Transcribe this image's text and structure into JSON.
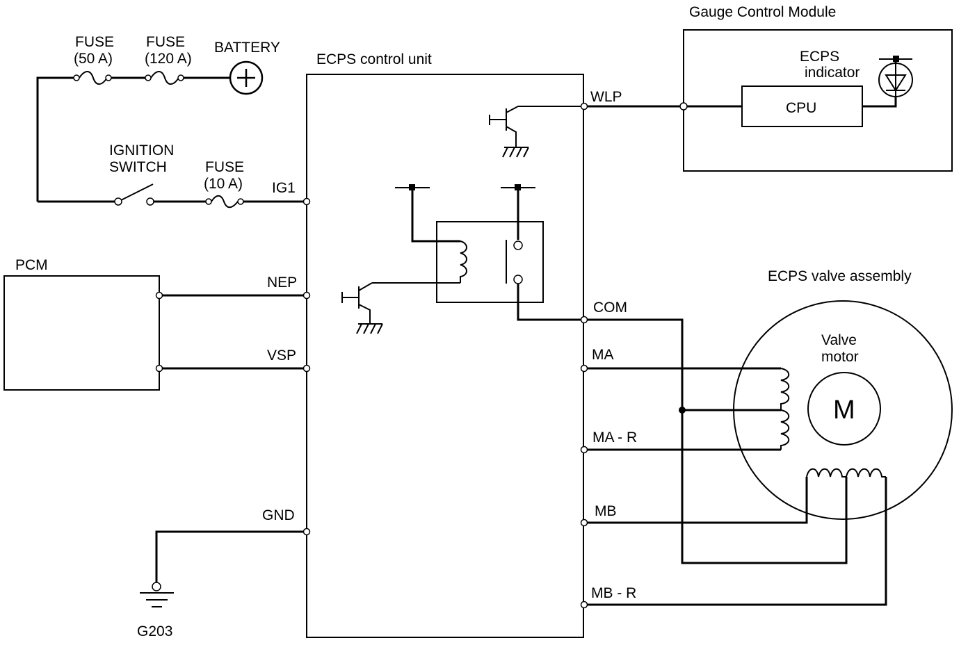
{
  "labels": {
    "fuse50_l1": "FUSE",
    "fuse50_l2": "(50 A)",
    "fuse120_l1": "FUSE",
    "fuse120_l2": "(120 A)",
    "battery": "BATTERY",
    "ign_l1": "IGNITION",
    "ign_l2": "SWITCH",
    "fuse10_l1": "FUSE",
    "fuse10_l2": "(10 A)",
    "ecps_unit": "ECPS control unit",
    "gcm": "Gauge Control Module",
    "ecps_ind_l1": "ECPS",
    "ecps_ind_l2": "indicator",
    "cpu": "CPU",
    "pcm": "PCM",
    "valve_assy": "ECPS valve assembly",
    "valve_motor_l1": "Valve",
    "valve_motor_l2": "motor",
    "motor": "M",
    "ground": "G203"
  },
  "pins": {
    "wlp": "WLP",
    "ig1": "IG1",
    "nep": "NEP",
    "vsp": "VSP",
    "gnd": "GND",
    "com": "COM",
    "ma": "MA",
    "ma_r": "MA - R",
    "mb": "MB",
    "mb_r": "MB - R"
  }
}
